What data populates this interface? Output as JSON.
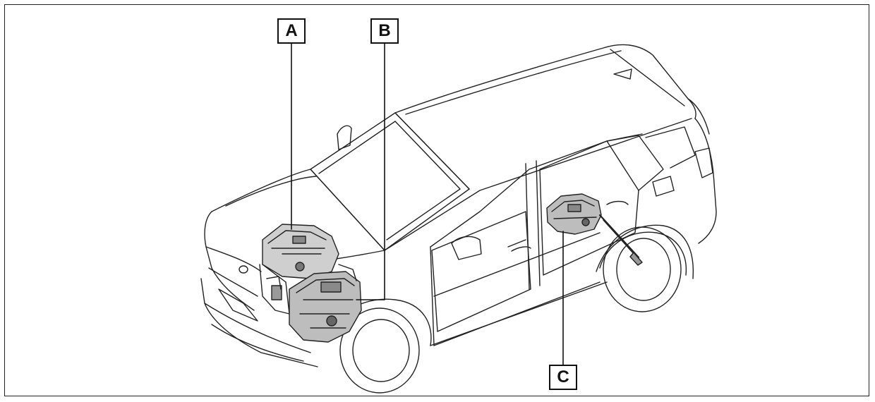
{
  "callouts": {
    "a": "A",
    "b": "B",
    "c": "C"
  },
  "colors": {
    "line": "#222222",
    "component_fill": "#cfcfcf",
    "component_dark": "#555555",
    "background": "#ffffff"
  }
}
